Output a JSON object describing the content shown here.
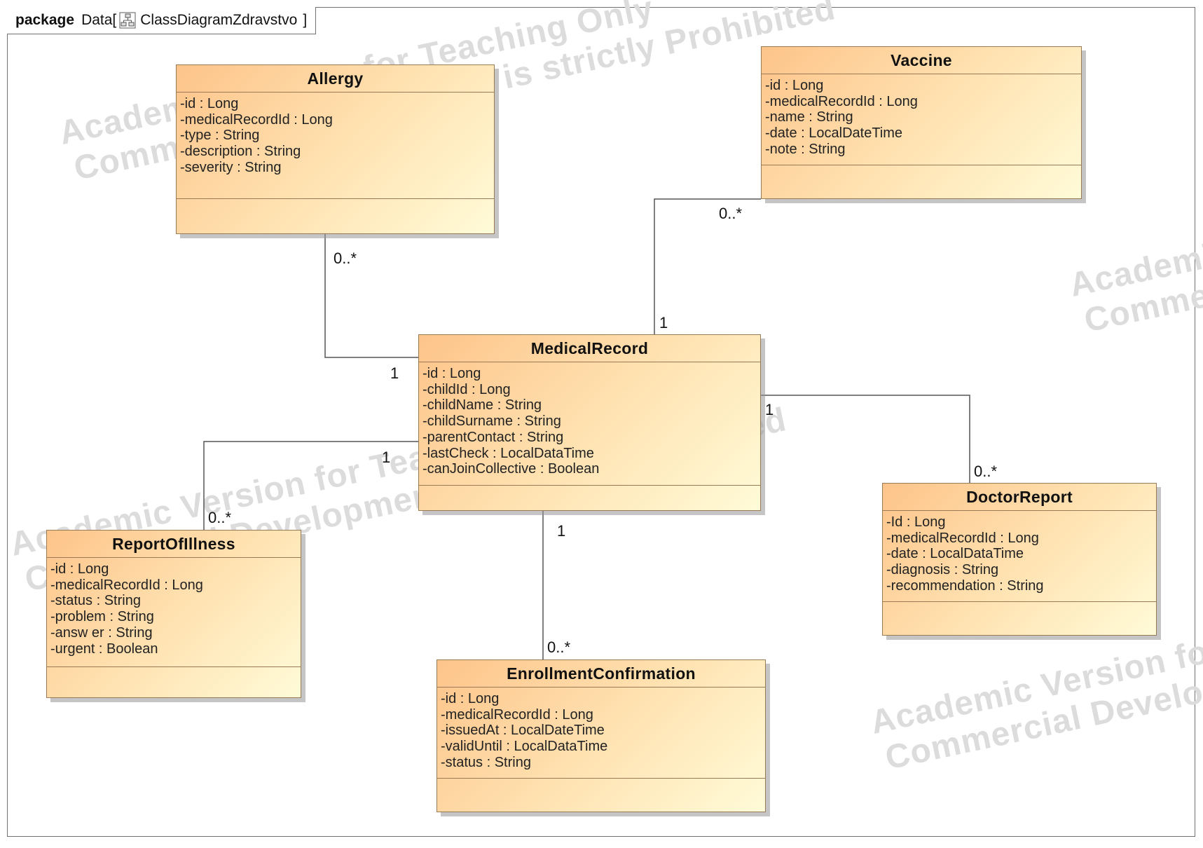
{
  "package": {
    "keyword": "package",
    "name": "Data",
    "open_bracket": "[",
    "diagram_name": "ClassDiagramZdravstvo",
    "close_bracket": "]",
    "diagram_icon": "class-diagram-icon"
  },
  "watermarks": [
    {
      "line1": "Academic Version for Teaching Only",
      "line2": "Commercial Development is strictly Prohibited"
    },
    {
      "line1": "Academic Version for Teaching Only",
      "line2": "Commercial Development is strictly Prohibited"
    },
    {
      "line1": "Academic Version for Teaching Only",
      "line2": "Commercial Development is strictly Prohibited"
    },
    {
      "line1": "Academic Version for Teaching Only",
      "line2": "Commercial Development is strictly Prohibited"
    }
  ],
  "classes": {
    "allergy": {
      "name": "Allergy",
      "attributes": [
        "-id : Long",
        "-medicalRecordId : Long",
        "-type : String",
        "-description : String",
        "-severity : String"
      ]
    },
    "vaccine": {
      "name": "Vaccine",
      "attributes": [
        "-id : Long",
        "-medicalRecordId : Long",
        "-name : String",
        "-date : LocalDateTime",
        "-note : String"
      ]
    },
    "medical_record": {
      "name": "MedicalRecord",
      "attributes": [
        "-id : Long",
        "-childId : Long",
        "-childName : String",
        "-childSurname : String",
        "-parentContact : String",
        "-lastCheck : LocalDataTime",
        "-canJoinCollective : Boolean"
      ]
    },
    "report_of_illness": {
      "name": "ReportOfIllness",
      "attributes": [
        "-id : Long",
        "-medicalRecordId : Long",
        "-status : String",
        "-problem : String",
        "-answ er : String",
        "-urgent : Boolean"
      ]
    },
    "doctor_report": {
      "name": "DoctorReport",
      "attributes": [
        "-Id : Long",
        "-medicalRecordId : Long",
        "-date : LocalDataTime",
        "-diagnosis : String",
        "-recommendation : String"
      ]
    },
    "enrollment_confirmation": {
      "name": "EnrollmentConfirmation",
      "attributes": [
        "-id : Long",
        "-medicalRecordId : Long",
        "-issuedAt : LocalDateTime",
        "-validUntil : LocalDataTime",
        "-status : String"
      ]
    }
  },
  "associations": {
    "allergy": {
      "source": "MedicalRecord",
      "target": "Allergy",
      "source_multiplicity": "1",
      "target_multiplicity": "0..*"
    },
    "vaccine": {
      "source": "MedicalRecord",
      "target": "Vaccine",
      "source_multiplicity": "1",
      "target_multiplicity": "0..*"
    },
    "doctor_report": {
      "source": "MedicalRecord",
      "target": "DoctorReport",
      "source_multiplicity": "1",
      "target_multiplicity": "0..*"
    },
    "report_of_illness": {
      "source": "MedicalRecord",
      "target": "ReportOfIllness",
      "source_multiplicity": "1",
      "target_multiplicity": "0..*"
    },
    "enrollment_confirmation": {
      "source": "MedicalRecord",
      "target": "EnrollmentConfirmation",
      "source_multiplicity": "1",
      "target_multiplicity": "0..*"
    }
  },
  "colors": {
    "class_fill_start": "#fdc48a",
    "class_fill_end": "#fffbd8",
    "class_border": "#9a7a55",
    "line": "#555555",
    "watermark": "#dcdcdc"
  }
}
